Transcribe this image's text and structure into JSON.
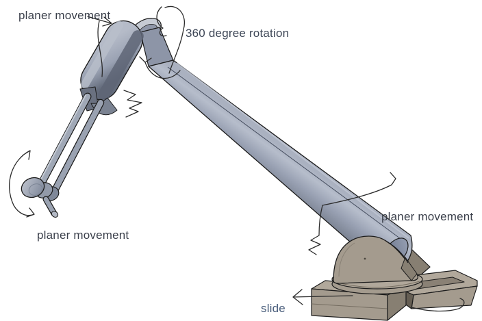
{
  "labels": {
    "upper_joint": "planer movement",
    "rotation": "360 degree rotation",
    "wrist": "planer movement",
    "base": "planer movement",
    "slide": "slide"
  },
  "colors": {
    "background": "#ffffff",
    "outline": "#1c1c1c",
    "sketch": "#2b2b2b",
    "label_dark": "#3a3f4a",
    "label_slate": "#3d4656",
    "label_blue": "#4a5e7c",
    "arm_light": "#b6bdcb",
    "arm_mid": "#99a1b3",
    "arm_dark": "#78808f",
    "arm_face": "#8d95a7",
    "capsule_light": "#b5bbc8",
    "capsule_mid": "#9aa2b3",
    "capsule_dark": "#646c7c",
    "cap_blue_light": "#98a1b4",
    "cap_blue_dark": "#646e86",
    "rod_core": "#9aa2b1",
    "joint_ring_light": "#c6cbd4",
    "joint_ring_dark": "#8e96a8",
    "base_top": "#b1a89b",
    "base_front": "#a49b8e",
    "base_side": "#877f72",
    "base_dark": "#655e53",
    "groove": "#8a8175"
  }
}
